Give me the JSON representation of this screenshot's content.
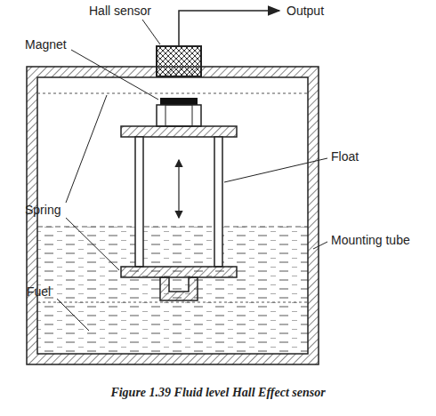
{
  "diagram": {
    "caption": "Figure 1.39 Fluid level Hall Effect sensor",
    "labels": [
      "Hall sensor",
      "Output",
      "Magnet",
      "Float",
      "Spring",
      "Mounting tube",
      "Fuel"
    ]
  }
}
